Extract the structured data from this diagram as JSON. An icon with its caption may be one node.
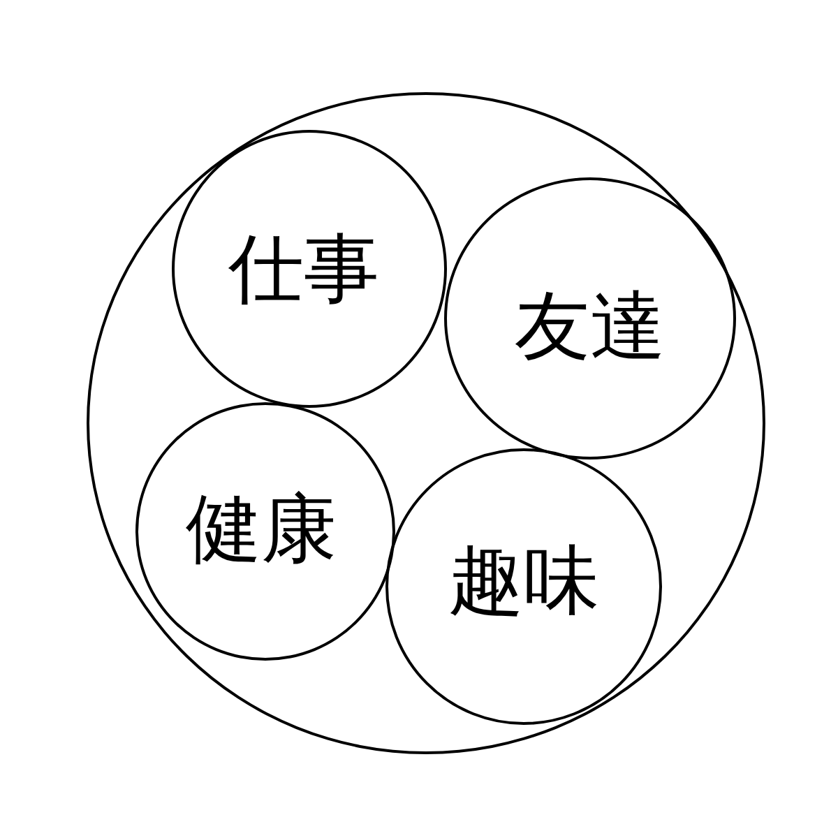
{
  "diagram": {
    "nodes": [
      {
        "text": [],
        "shape": "circle"
      },
      {
        "text": [
          "仕事"
        ],
        "in": 0
      },
      {
        "text": [
          "友達"
        ],
        "in": 0
      },
      {
        "text": [
          "健康"
        ],
        "in": 0
      },
      {
        "text": [
          "趣味"
        ],
        "in": 0
      }
    ]
  }
}
